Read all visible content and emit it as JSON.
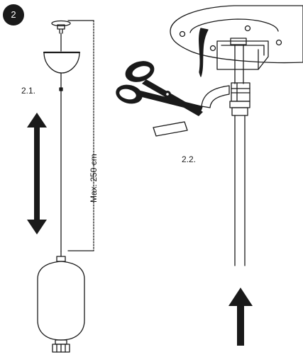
{
  "step": {
    "number": "2"
  },
  "labels": {
    "sub_step_1": "2.1.",
    "sub_step_2": "2.2.",
    "max_length": "Max. 250 cm"
  },
  "colors": {
    "line": "#1a1a1a",
    "fill": "#ffffff",
    "badge": "#1a1a1a"
  },
  "icons": [
    "scissors-icon",
    "arrow-up-down-icon",
    "arrow-up-icon"
  ]
}
